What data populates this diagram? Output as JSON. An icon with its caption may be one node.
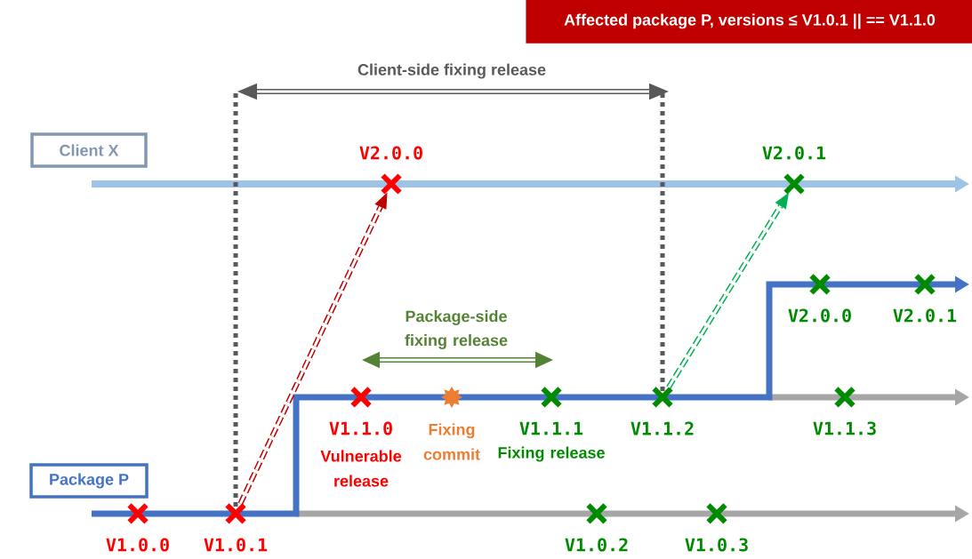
{
  "diagram": {
    "nodes": [
      {
        "text": [
          "Affected package P, versions ≤ V1.0.1 || == V1.1.0"
        ]
      },
      {
        "text": [
          "Client X"
        ]
      },
      {
        "text": [],
        "shape": "cross",
        "beside": [
          "V2.0.0"
        ]
      },
      {
        "text": [],
        "shape": "cross",
        "beside": [
          "V2.0.1"
        ]
      },
      {
        "text": [
          "Package P"
        ]
      },
      {
        "text": [],
        "shape": "cross",
        "beside": [
          "V1.0.0"
        ]
      },
      {
        "text": [],
        "shape": "cross",
        "beside": [
          "V1.0.1"
        ]
      },
      {
        "text": [],
        "shape": "cross",
        "beside": [
          "V1.1.0",
          "Vulnerable release"
        ]
      },
      {
        "text": [],
        "shape": "star",
        "beside": [
          "Fixing commit"
        ]
      },
      {
        "text": [],
        "shape": "cross",
        "beside": [
          "V1.1.1",
          "Fixing release"
        ]
      },
      {
        "text": [],
        "shape": "cross",
        "beside": [
          "V1.1.2"
        ]
      },
      {
        "text": [],
        "shape": "cross",
        "beside": [
          "V2.0.0"
        ]
      },
      {
        "text": [],
        "shape": "cross",
        "beside": [
          "V2.0.1"
        ]
      },
      {
        "text": [],
        "shape": "cross",
        "beside": [
          "V1.1.3"
        ]
      },
      {
        "text": [],
        "shape": "cross",
        "beside": [
          "V1.0.2"
        ]
      },
      {
        "text": [],
        "shape": "cross",
        "beside": [
          "V1.0.3"
        ]
      }
    ],
    "edges": [
      {
        "from": 6,
        "to": 2,
        "arrow": "to",
        "style": "dashed",
        "color": "#c00000"
      },
      {
        "from": 10,
        "to": 3,
        "arrow": "to",
        "style": "dashed",
        "color": "#00b050"
      }
    ],
    "labels": [
      "Client-side fixing release",
      "Package-side fixing release"
    ]
  }
}
